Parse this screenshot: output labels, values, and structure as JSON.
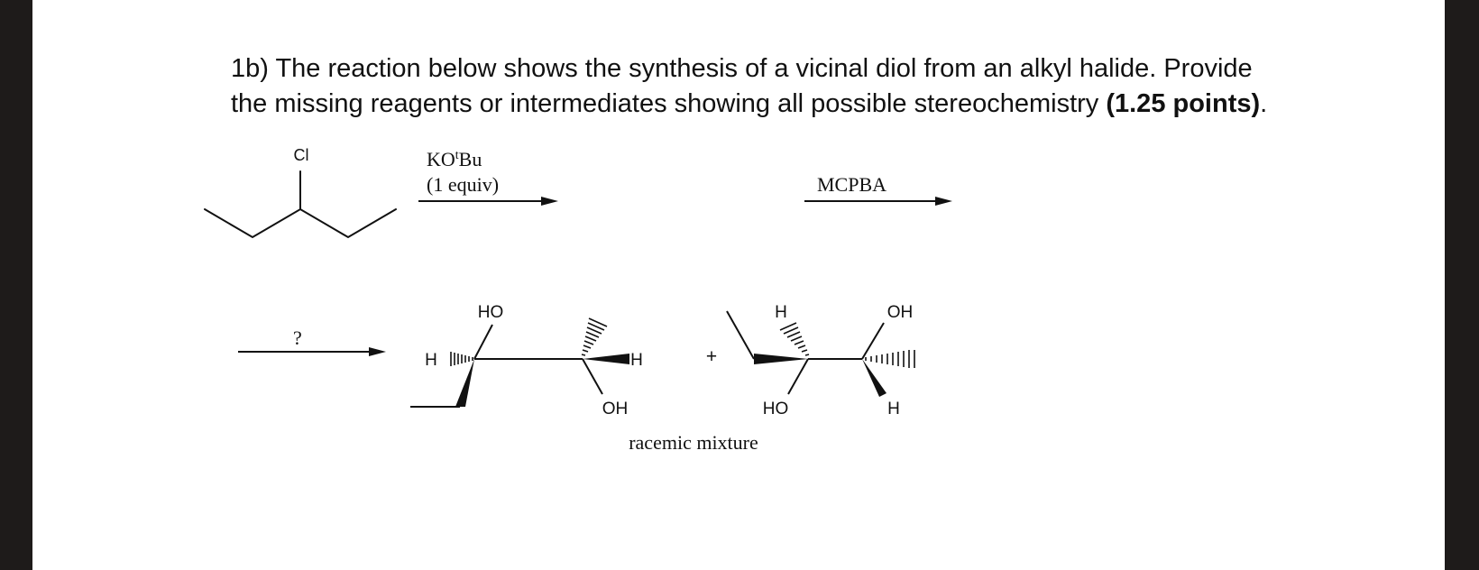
{
  "question": {
    "line1": "1b) The reaction below shows the synthesis of a vicinal diol from an alkyl halide. Provide",
    "line2_prefix": "the missing reagents or intermediates showing all possible stereochemistry ",
    "line2_bold": "(1.25 points)",
    "line2_suffix": "."
  },
  "scheme": {
    "start_material_atom": "Cl",
    "step1": {
      "reagent_base": "KO",
      "reagent_sup": "t",
      "reagent_rest": "Bu",
      "condition": "(1 equiv)"
    },
    "step2": {
      "reagent": "MCPBA"
    },
    "step3": {
      "reagent": "?"
    },
    "product1": {
      "label_ho": "HO",
      "label_h_left": "H",
      "label_h_right": "H",
      "label_oh": "OH"
    },
    "plus": "+",
    "product2": {
      "label_h_top": "H",
      "label_oh_top": "OH",
      "label_ho_bottom": "HO",
      "label_h_bottom": "H"
    },
    "caption": "racemic mixture"
  }
}
